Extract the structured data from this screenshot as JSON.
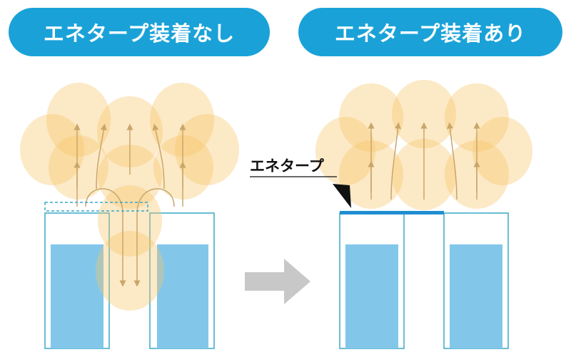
{
  "labels": {
    "without_tape": "エネタープ装着なし",
    "with_tape": "エネタープ装着あり",
    "tape_callout": "エネタープ"
  },
  "colors": {
    "pill": "#1aa2d8",
    "heat": "#f7c56a",
    "heat_arrow": "#c9a66b",
    "cabinet_outline": "#38a8c9",
    "product_fill": "#82c7ea",
    "tape_strip": "#1f8ed0",
    "transition_arrow": "#c8c8c8"
  },
  "icons": {
    "transition": "right-arrow-icon",
    "callout_pointer": "pointer-triangle-icon"
  }
}
